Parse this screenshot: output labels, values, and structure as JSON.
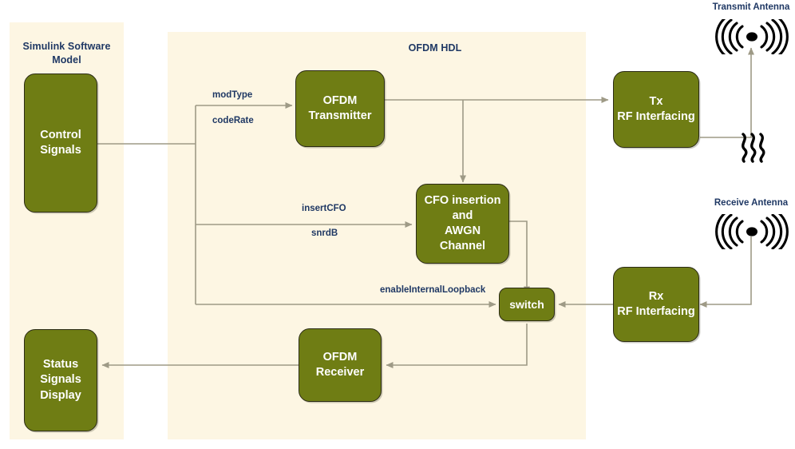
{
  "diagram": {
    "title": "OFDM HDL system block diagram",
    "colors": {
      "block_fill": "#6f7d14",
      "block_border": "#2b2b16",
      "panel_fill": "#fdf6e3",
      "label_text": "#1f3864",
      "wire": "#9e9a86",
      "page_bg": "#ffffff",
      "block_text": "#ffffff"
    }
  },
  "panels": [
    {
      "id": "simulink",
      "title": "Simulink Software\nModel"
    },
    {
      "id": "ofdm_hdl",
      "title": "OFDM HDL"
    }
  ],
  "blocks": [
    {
      "id": "control_signals",
      "label": "Control\nSignals"
    },
    {
      "id": "status_signals_display",
      "label": "Status\nSignals\nDisplay"
    },
    {
      "id": "ofdm_transmitter",
      "label": "OFDM\nTransmitter"
    },
    {
      "id": "cfo_awgn_channel",
      "label": "CFO insertion\nand\nAWGN\nChannel"
    },
    {
      "id": "switch",
      "label": "switch"
    },
    {
      "id": "ofdm_receiver",
      "label": "OFDM\nReceiver"
    },
    {
      "id": "tx_rf_interfacing",
      "label": "Tx\nRF Interfacing"
    },
    {
      "id": "rx_rf_interfacing",
      "label": "Rx\nRF Interfacing"
    }
  ],
  "signal_labels": [
    {
      "id": "mod_type",
      "text": "modType"
    },
    {
      "id": "code_rate",
      "text": "codeRate"
    },
    {
      "id": "insert_cfo",
      "text": "insertCFO"
    },
    {
      "id": "snr_db",
      "text": "snrdB"
    },
    {
      "id": "enable_internal_loopback",
      "text": "enableInternalLoopback"
    }
  ],
  "antennas": [
    {
      "id": "transmit_antenna",
      "label": "Transmit Antenna"
    },
    {
      "id": "receive_antenna",
      "label": "Receive Antenna"
    }
  ]
}
